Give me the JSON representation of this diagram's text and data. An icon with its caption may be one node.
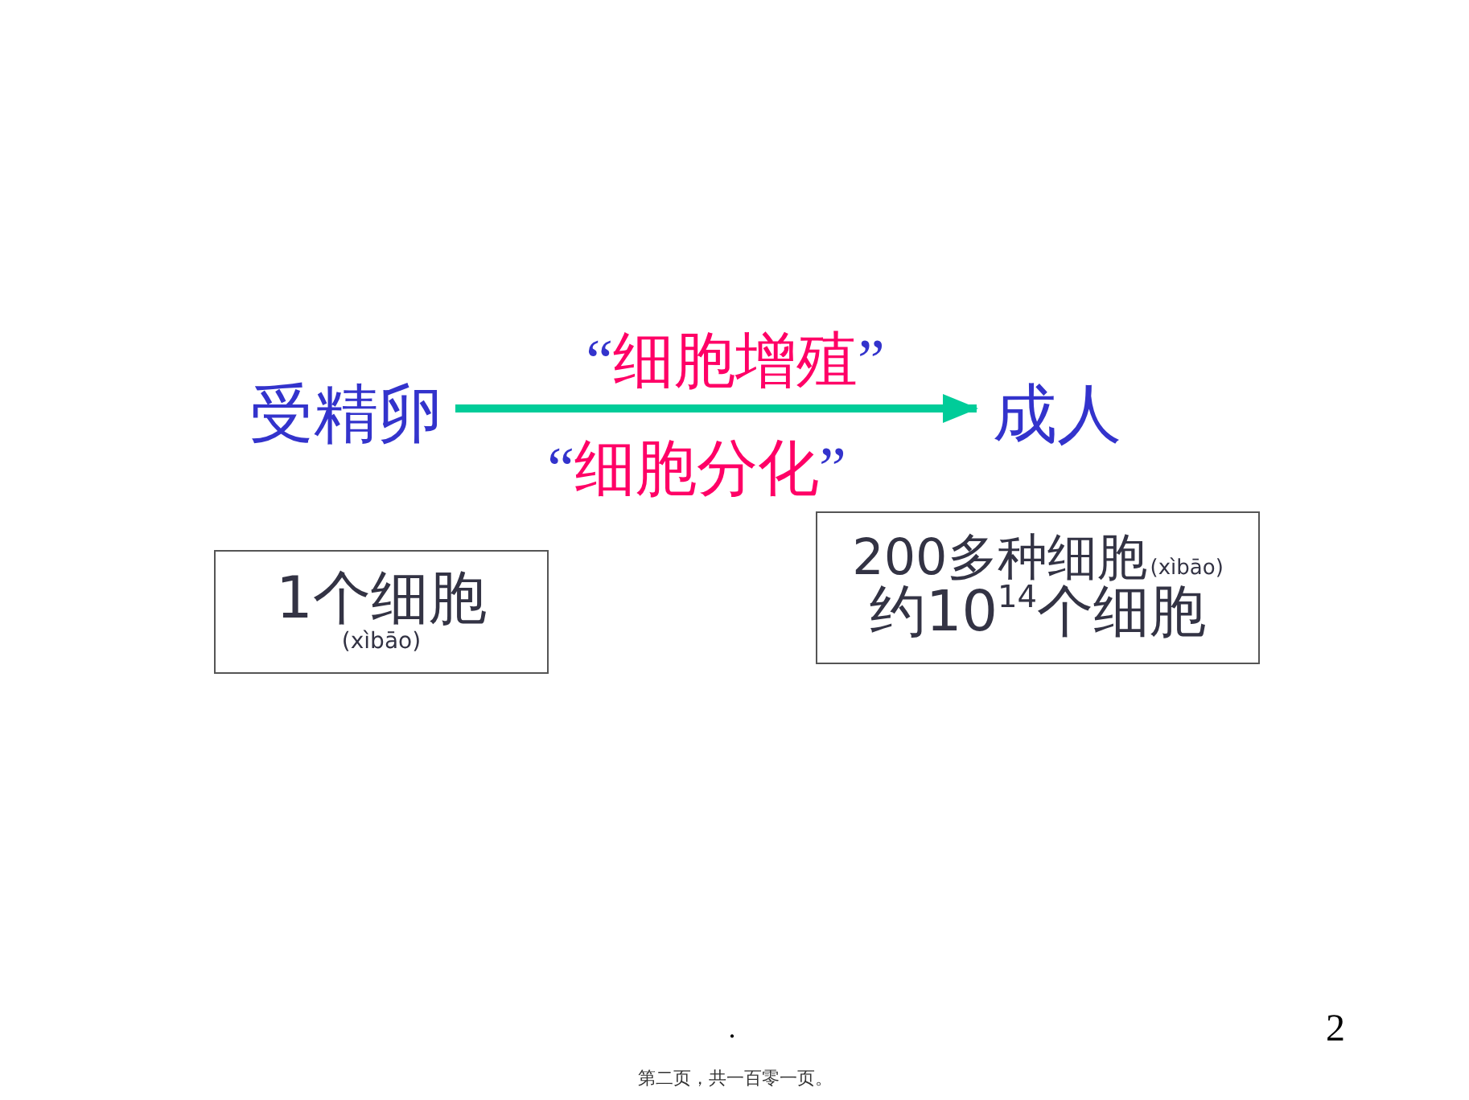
{
  "diagram": {
    "nodes": [
      {
        "text": [
          "受精卵"
        ]
      },
      {
        "text": [
          "成人"
        ]
      },
      {
        "text": [
          "1个细胞",
          "(xìbāo)"
        ]
      },
      {
        "text": [
          "200多种细胞",
          "(xìbāo)",
          "约10$^{14}$个细胞"
        ]
      }
    ],
    "edges": [
      {
        "from": 0,
        "to": 1,
        "arrow": "to",
        "label": "“细胞增殖”",
        "color": "#00cc99"
      }
    ],
    "labels": [
      "“细胞分化”",
      ".",
      "2",
      "第二页，共一百零一页。"
    ]
  }
}
